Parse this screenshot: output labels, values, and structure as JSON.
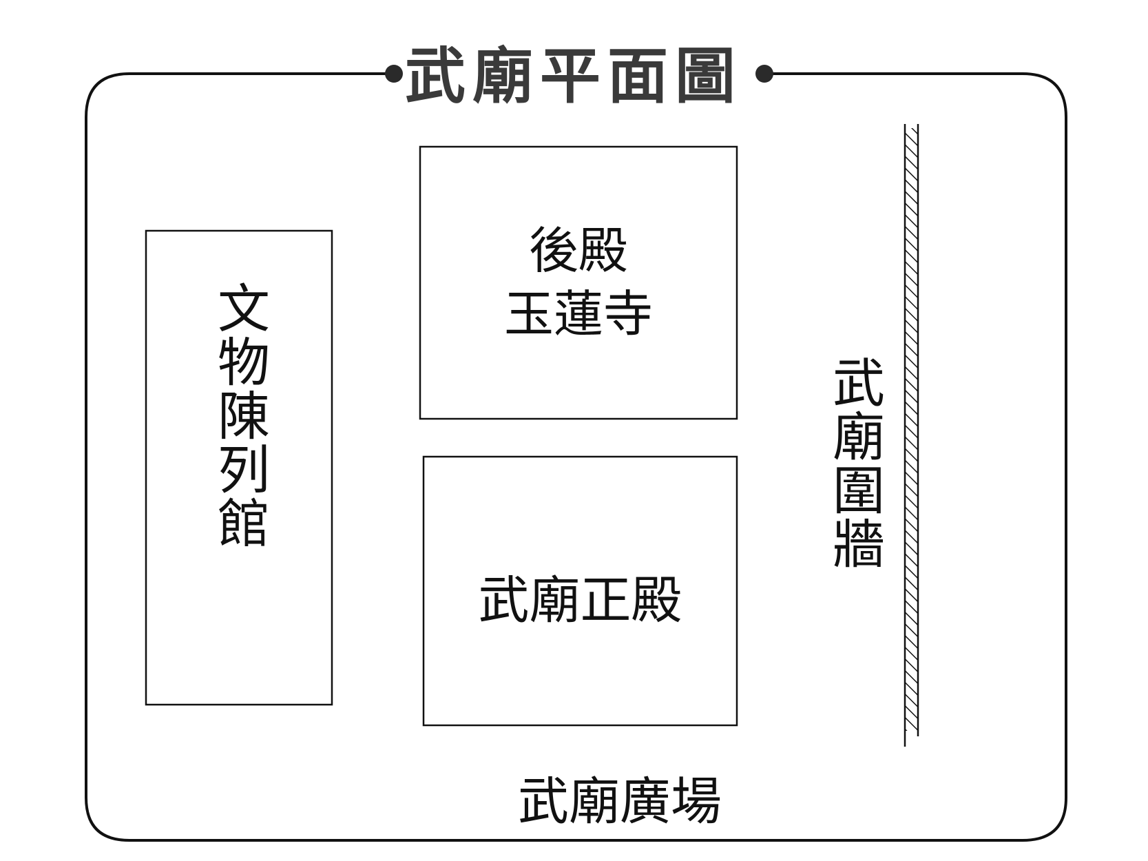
{
  "title": "武廟平面圖",
  "buildings": {
    "back_hall_line1": "後殿",
    "back_hall_line2": "玉蓮寺",
    "main_hall": "武廟正殿",
    "museum": "文物陳列館"
  },
  "wall_label": "武廟圍牆",
  "plaza_label": "武廟廣場",
  "colors": {
    "stroke": "#111111",
    "title": "#3a3a3a",
    "background": "#ffffff"
  }
}
